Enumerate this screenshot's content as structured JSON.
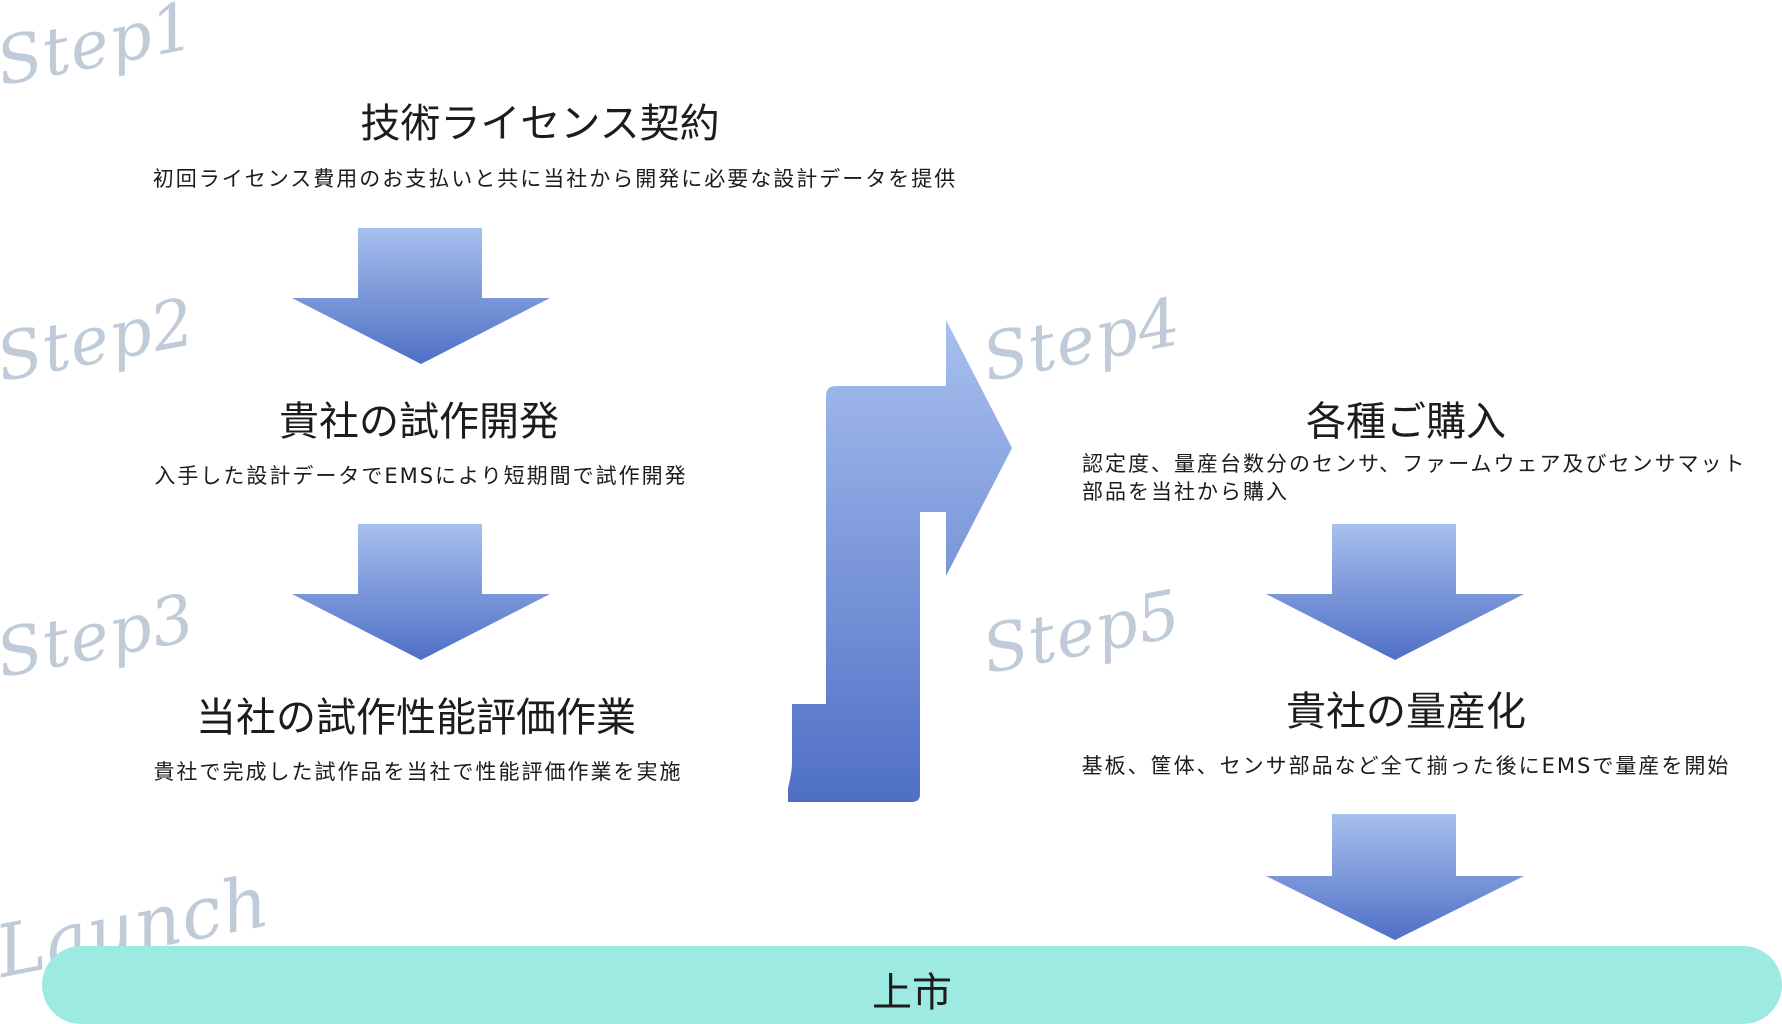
{
  "labels": {
    "step1": "Step1",
    "step2": "Step2",
    "step3": "Step3",
    "step4": "Step4",
    "step5": "Step5",
    "launch": "Launch"
  },
  "steps": [
    {
      "title": "技術ライセンス契約",
      "desc": "初回ライセンス費用のお支払いと共に当社から開発に必要な設計データを提供"
    },
    {
      "title": "貴社の試作開発",
      "desc": "入手した設計データでEMSにより短期間で試作開発"
    },
    {
      "title": "当社の試作性能評価作業",
      "desc": "貴社で完成した試作品を当社で性能評価作業を実施"
    },
    {
      "title": "各種ご購入",
      "desc": "認定度、量産台数分のセンサ、ファームウェア及びセンサマット部品を当社から購入"
    },
    {
      "title": "貴社の量産化",
      "desc": "基板、筐体、センサ部品など全て揃った後にEMSで量産を開始"
    }
  ],
  "launch": {
    "label": "上市"
  },
  "colors": {
    "arrow_top": "#a8c0ee",
    "arrow_bottom": "#4f6fc6",
    "launch_bar": "#9deae3",
    "step_label": "#bfcbd9"
  }
}
